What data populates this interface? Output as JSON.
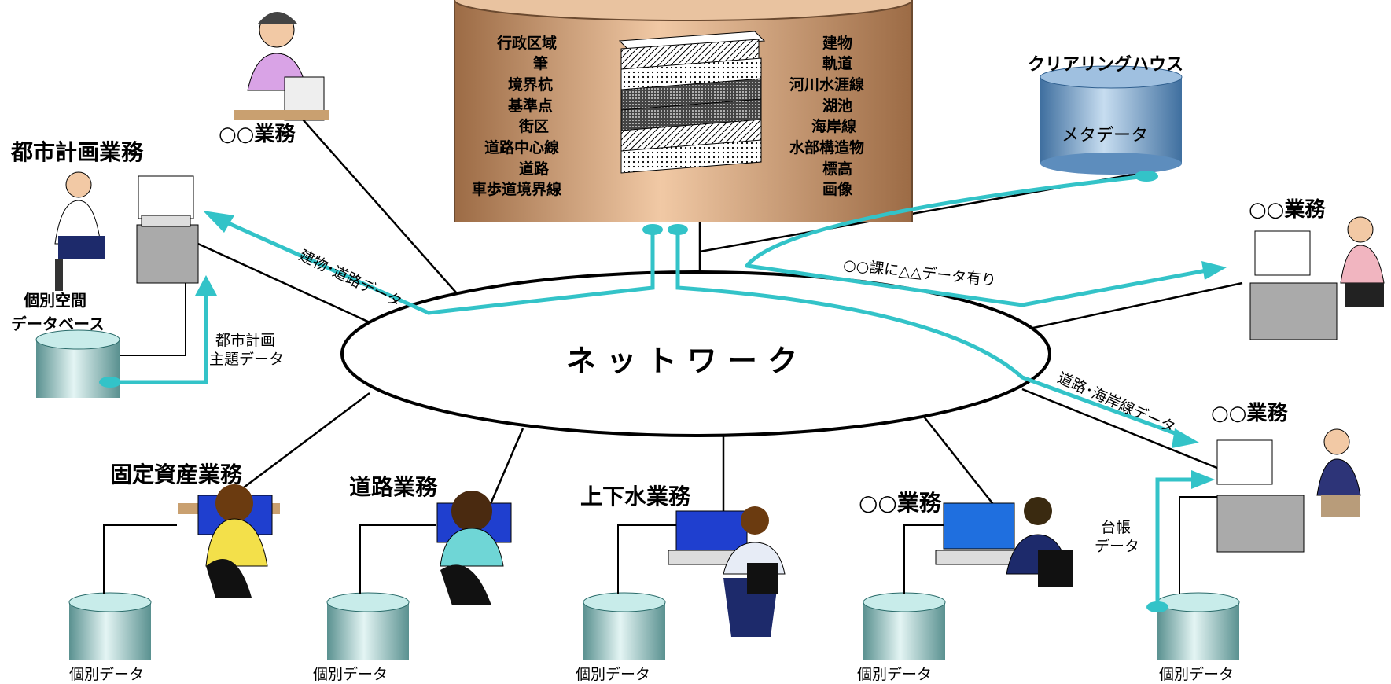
{
  "database": {
    "left_layers": [
      "行政区域",
      "筆",
      "境界杭",
      "基準点",
      "街区",
      "道路中心線",
      "道路",
      "車歩道境界線"
    ],
    "right_layers": [
      "建物",
      "軌道",
      "河川水涯線",
      "湖池",
      "海岸線",
      "水部構造物",
      "標高",
      "画像"
    ]
  },
  "network": {
    "label": "ネ ッ ト ワ ー ク"
  },
  "clearing_house": {
    "title": "クリアリングハウス",
    "cylinder_label": "メタデータ"
  },
  "departments": {
    "top_left": "○○業務",
    "city_planning": "都市計画業務",
    "right_upper": "○○業務",
    "right_lower": "○○業務",
    "fixed_assets": "固定資産業務",
    "roads": "道路業務",
    "water": "上下水業務",
    "bottom_other": "○○業務"
  },
  "labels": {
    "individual_spatial_db_line1": "個別空間",
    "individual_spatial_db_line2": "データベース",
    "individual_data": "個別データ",
    "city_theme_line1": "都市計画",
    "city_theme_line2": "主題データ",
    "ledger_line1": "台帳",
    "ledger_line2": "データ"
  },
  "flows": {
    "building_road": "建物･道路データ",
    "course_has_data": "○○課に△△データ有り",
    "road_coast": "道路･海岸線データ"
  },
  "colors": {
    "flow": "#33c3c8",
    "db_brown": "#c19471",
    "cylinder_teal": "#9fcfce",
    "meta_blue": "#6f9fcb"
  }
}
